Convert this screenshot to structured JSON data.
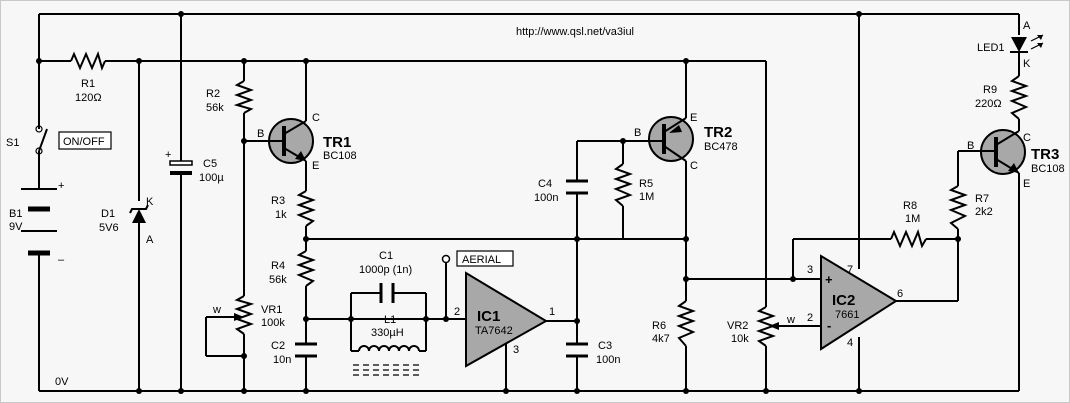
{
  "url": "http://www.qsl.net/va3iul",
  "components": {
    "r1": {
      "ref": "R1",
      "value": "120Ω"
    },
    "r2": {
      "ref": "R2",
      "value": "56k"
    },
    "r3": {
      "ref": "R3",
      "value": "1k"
    },
    "r4": {
      "ref": "R4",
      "value": "56k"
    },
    "r5": {
      "ref": "R5",
      "value": "1M"
    },
    "r6": {
      "ref": "R6",
      "value": "4k7"
    },
    "r7": {
      "ref": "R7",
      "value": "2k2"
    },
    "r8": {
      "ref": "R8",
      "value": "1M"
    },
    "r9": {
      "ref": "R9",
      "value": "220Ω"
    },
    "c1": {
      "ref": "C1",
      "value": "1000p (1n)"
    },
    "c2": {
      "ref": "C2",
      "value": "10n"
    },
    "c3": {
      "ref": "C3",
      "value": "100n"
    },
    "c4": {
      "ref": "C4",
      "value": "100n"
    },
    "c5": {
      "ref": "C5",
      "value": "100µ"
    },
    "l1": {
      "ref": "L1",
      "value": "330µH"
    },
    "vr1": {
      "ref": "VR1",
      "value": "100k"
    },
    "vr2": {
      "ref": "VR2",
      "value": "10k"
    },
    "tr1": {
      "ref": "TR1",
      "value": "BC108"
    },
    "tr2": {
      "ref": "TR2",
      "value": "BC478"
    },
    "tr3": {
      "ref": "TR3",
      "value": "BC108"
    },
    "ic1": {
      "ref": "IC1",
      "value": "TA7642"
    },
    "ic2": {
      "ref": "IC2",
      "value": "7661"
    },
    "d1": {
      "ref": "D1",
      "value": "5V6"
    },
    "led1": {
      "ref": "LED1"
    },
    "b1": {
      "ref": "B1",
      "value": "9V"
    },
    "s1": {
      "ref": "S1"
    }
  },
  "labels": {
    "onoff": "ON/OFF",
    "aerial": "AERIAL",
    "zero_v": "0V",
    "plus": "+",
    "minus": "–",
    "wiper": "w",
    "base": "B",
    "collector": "C",
    "emitter": "E",
    "anode": "A",
    "cathode": "K",
    "pin1": "1",
    "pin2": "2",
    "pin3": "3",
    "pin4": "4",
    "pin6": "6",
    "pin7": "7",
    "op_plus": "+",
    "op_minus": "-"
  }
}
